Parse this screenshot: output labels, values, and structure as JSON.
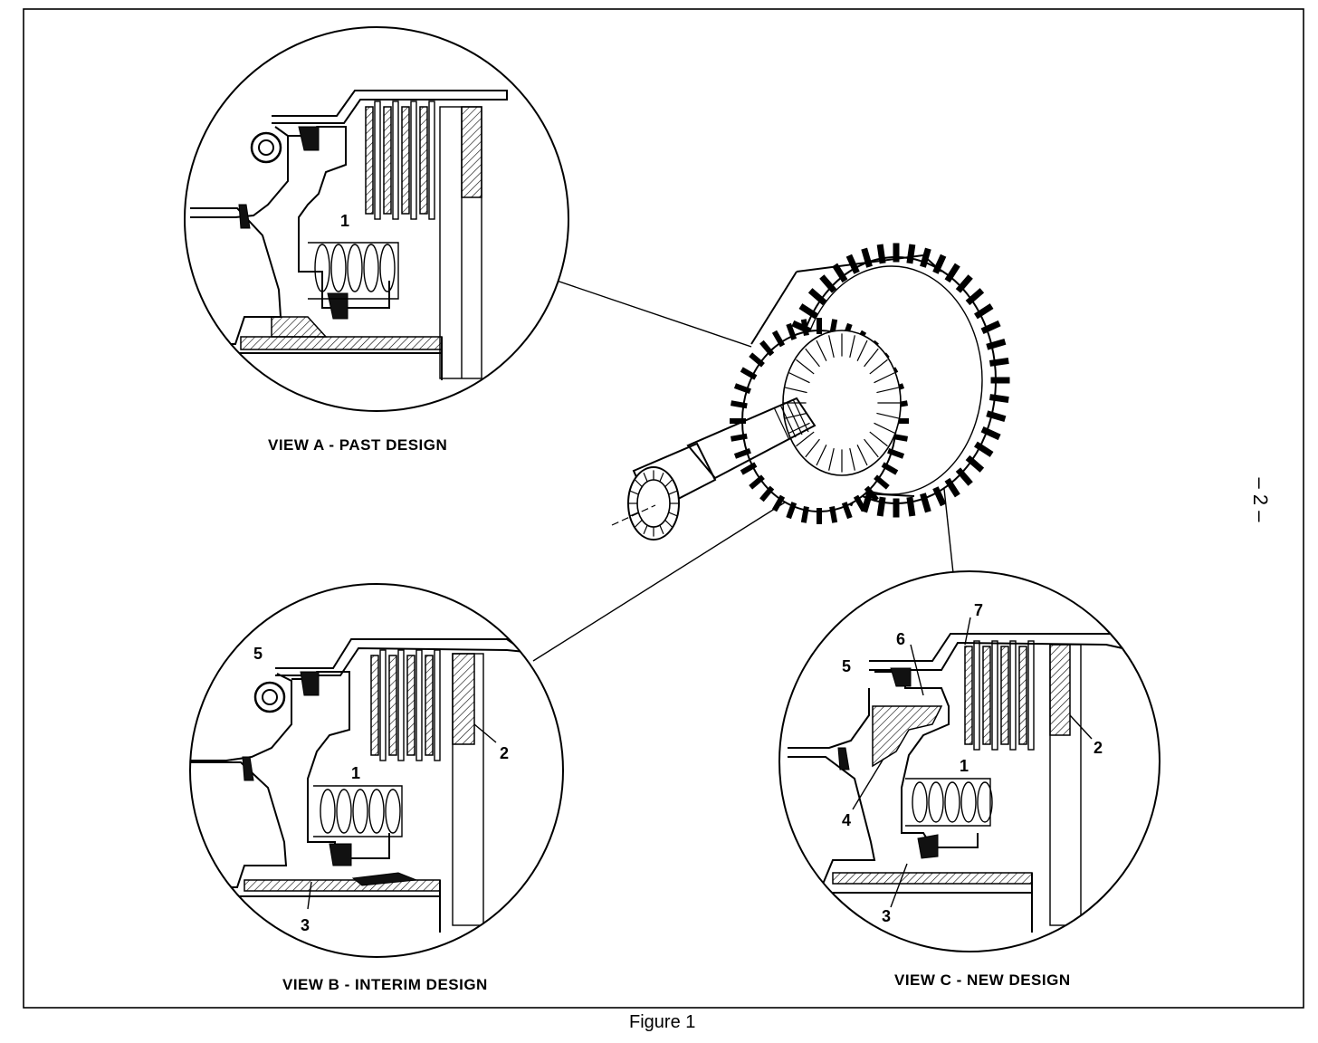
{
  "figure": {
    "caption": "Figure 1",
    "page_number": "– 2 –"
  },
  "views": {
    "a": {
      "title": "VIEW A - PAST DESIGN",
      "callouts": [
        "1"
      ]
    },
    "b": {
      "title": "VIEW B - INTERIM DESIGN",
      "callouts": [
        "5",
        "1",
        "2",
        "3"
      ]
    },
    "c": {
      "title": "VIEW C - NEW DESIGN",
      "callouts": [
        "7",
        "6",
        "5",
        "1",
        "2",
        "4",
        "3"
      ]
    }
  }
}
